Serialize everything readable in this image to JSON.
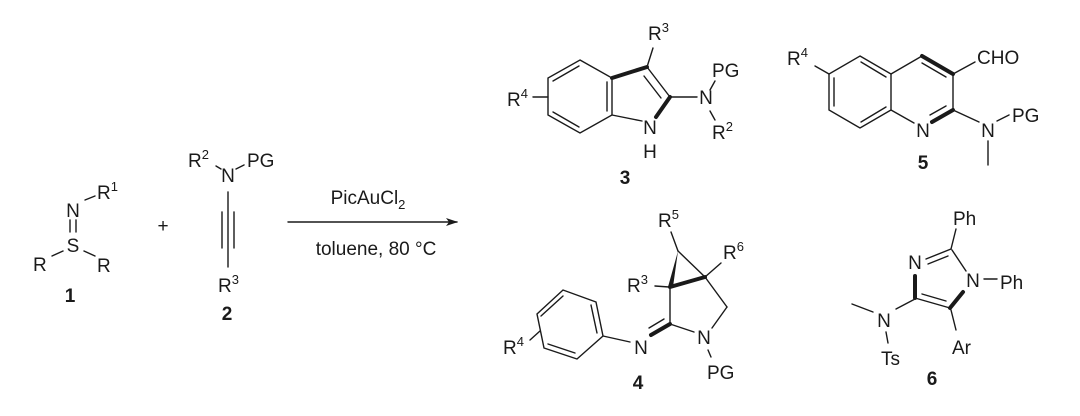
{
  "reaction": {
    "plus": "+",
    "reagent": "PicAuCl",
    "reagent_sub": "2",
    "conditions": "toluene, 80 °C"
  },
  "compound_1": {
    "number": "1",
    "N": "N",
    "S": "S",
    "R": "R",
    "R1": "R",
    "R1_sup": "1"
  },
  "compound_2": {
    "number": "2",
    "R2": "R",
    "R2_sup": "2",
    "N": "N",
    "PG": "PG",
    "R3": "R",
    "R3_sup": "3"
  },
  "compound_3": {
    "number": "3",
    "R3": "R",
    "R3_sup": "3",
    "R4": "R",
    "R4_sup": "4",
    "PG": "PG",
    "N": "N",
    "R2": "R",
    "R2_sup": "2",
    "NH_N": "N",
    "NH_H": "H"
  },
  "compound_4": {
    "number": "4",
    "R5": "R",
    "R5_sup": "5",
    "R6": "R",
    "R6_sup": "6",
    "R3": "R",
    "R3_sup": "3",
    "R4": "R",
    "R4_sup": "4",
    "imine_N": "N",
    "ring_N": "N",
    "PG": "PG"
  },
  "compound_5": {
    "number": "5",
    "R4": "R",
    "R4_sup": "4",
    "CHO": "CHO",
    "ring_N": "N",
    "N": "N",
    "PG": "PG"
  },
  "compound_6": {
    "number": "6",
    "Ph_top": "Ph",
    "N3": "N",
    "N1": "N",
    "Ph_right": "Ph",
    "N": "N",
    "Ts": "Ts",
    "Ar": "Ar"
  }
}
